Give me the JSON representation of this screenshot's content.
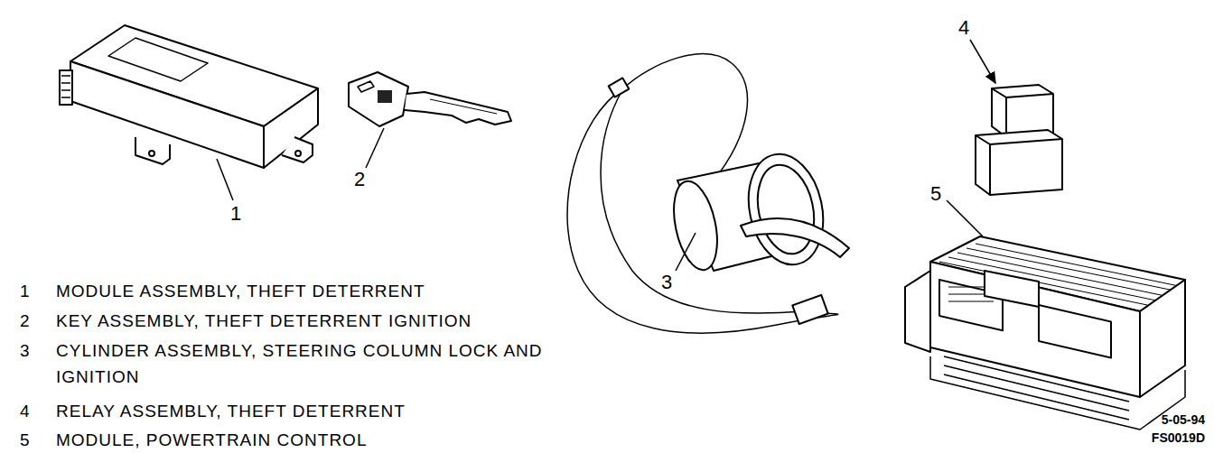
{
  "diagram": {
    "labels": [
      "1",
      "2",
      "3",
      "4",
      "5",
      "1",
      "MODULE ASSEMBLY, THEFT DETERRENT",
      "2",
      "KEY ASSEMBLY, THEFT DETERRENT IGNITION",
      "3",
      "CYLINDER ASSEMBLY, STEERING COLUMN LOCK AND IGNITION",
      "4",
      "RELAY ASSEMBLY, THEFT DETERRENT",
      "5",
      "MODULE, POWERTRAIN CONTROL",
      "5-05-94",
      "FS0019D"
    ]
  }
}
